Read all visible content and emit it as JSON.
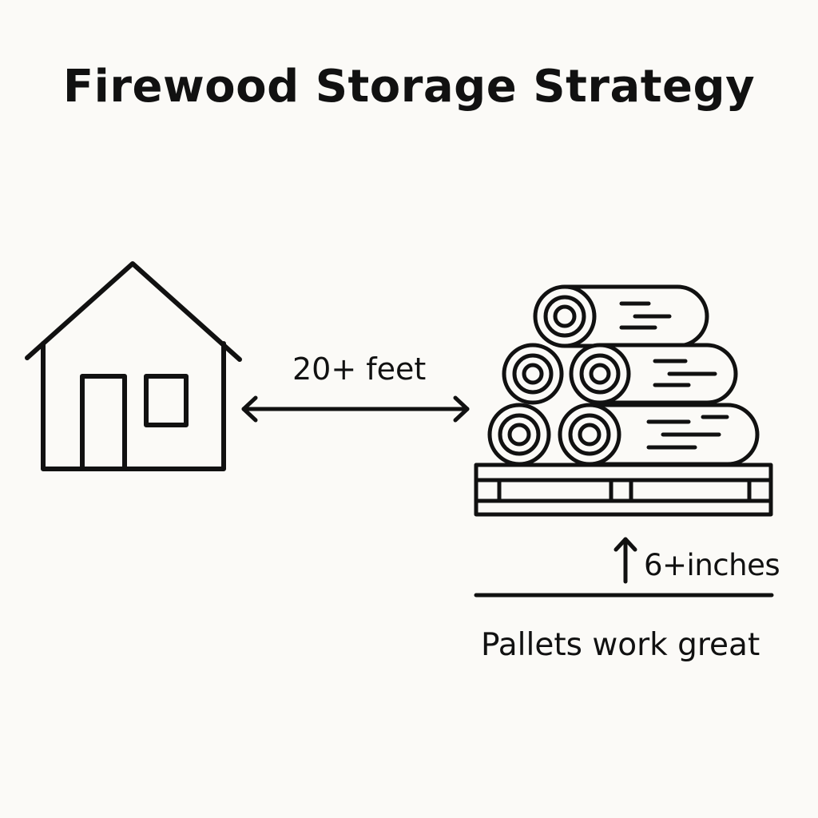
{
  "title": "Firewood Storage Strategy",
  "distance_label": "20+ feet",
  "height_label": "6+inches",
  "caption": "Pallets work great",
  "icons": {
    "house": "house-icon",
    "distance_arrow": "double-arrow-icon",
    "woodpile": "log-stack-icon",
    "pallet": "pallet-icon",
    "height_arrow": "up-arrow-icon",
    "ground": "ground-line"
  },
  "colors": {
    "background": "#fbfaf7",
    "ink": "#111111"
  }
}
